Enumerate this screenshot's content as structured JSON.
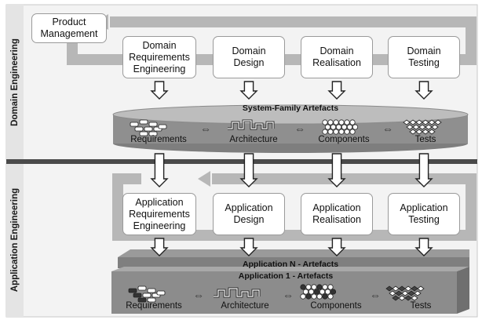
{
  "domain_engineering": {
    "label": "Domain Engineering",
    "product_management": "Product\nManagement",
    "phases": [
      "Domain\nRequirements\nEngineering",
      "Domain\nDesign",
      "Domain\nRealisation",
      "Domain\nTesting"
    ],
    "artefacts_title": "System-Family Artefacts",
    "artefacts": [
      "Requirements",
      "Architecture",
      "Components",
      "Tests"
    ]
  },
  "application_engineering": {
    "label": "Application Engineering",
    "phases": [
      "Application\nRequirements\nEngineering",
      "Application\nDesign",
      "Application\nRealisation",
      "Application\nTesting"
    ],
    "artefacts_back_title": "Application N - Artefacts",
    "artefacts_front_title": "Application 1 - Artefacts",
    "artefacts": [
      "Requirements",
      "Architecture",
      "Components",
      "Tests"
    ]
  },
  "symbols": {
    "exchange": "⇔"
  },
  "colors": {
    "panel_bg": "#f1f1f1",
    "loop_band": "#b7b7b7",
    "artefact_shelf": "#8f8f8f",
    "divider": "#4a4a4a"
  }
}
